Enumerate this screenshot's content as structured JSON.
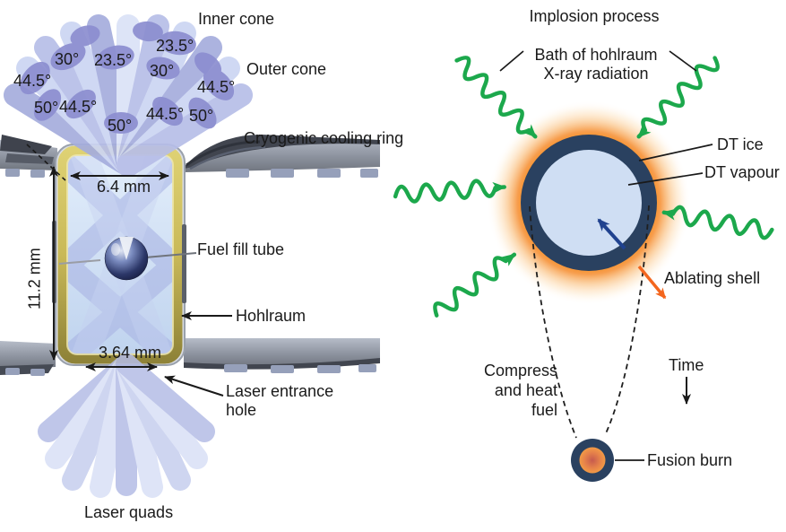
{
  "left": {
    "inner_cone": "Inner cone",
    "outer_cone": "Outer cone",
    "cooling_ring": "Cryogenic cooling ring",
    "fuel_fill_tube": "Fuel fill tube",
    "hohlraum": "Hohlraum",
    "laser_entrance_hole": "Laser entrance hole",
    "laser_quads": "Laser quads",
    "dim_diameter": "6.4 mm",
    "dim_height": "11.2 mm",
    "dim_leh": "3.64 mm",
    "angles": [
      "23.5°",
      "30°",
      "23.5°",
      "30°",
      "44.5°",
      "44.5°",
      "50°",
      "44.5°",
      "44.5°",
      "50°",
      "50°"
    ]
  },
  "right": {
    "title": "Implosion process",
    "bath": [
      "Bath of hohlraum",
      "X-ray radiation"
    ],
    "dt_ice": "DT ice",
    "dt_vapour": "DT vapour",
    "ablating_shell": "Ablating shell",
    "compress": "Compress and heat fuel",
    "time": "Time",
    "fusion_burn": "Fusion burn"
  },
  "colors": {
    "xray_green": "#1ca84c",
    "shell_navy": "#2a4160",
    "fuel_light_blue": "#cfdef3",
    "ablation_orange": "#f5870d",
    "arrow_orange": "#f3661e",
    "arrow_blue": "#20428f",
    "beam_purple": "#8c8ed0",
    "hohlraum_gold": "#c9b958"
  }
}
